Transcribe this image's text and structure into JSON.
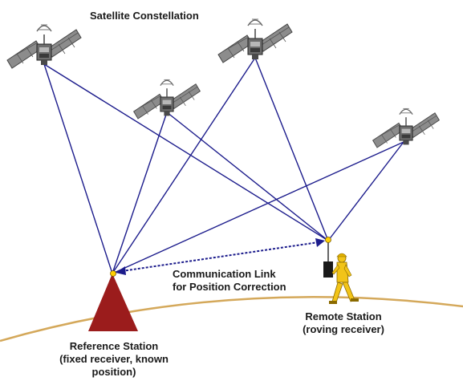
{
  "title": "Satellite Constellation",
  "link": {
    "line1": "Communication Link",
    "line2": "for Position Correction"
  },
  "reference_station": {
    "line1": "Reference Station",
    "line2": "(fixed receiver, known",
    "line3": "position)"
  },
  "remote_station": {
    "line1": "Remote Station",
    "line2": "(roving receiver)"
  },
  "colors": {
    "signal_line": "#1c1c8c",
    "ground": "#d4a85a",
    "reference_triangle": "#9b1c1c",
    "satellite_body": "#8a8a8a",
    "person": "#f2c418",
    "antenna_dot": "#ffd000"
  },
  "icons": [
    "satellite-icon",
    "reference-station-icon",
    "surveyor-icon"
  ]
}
